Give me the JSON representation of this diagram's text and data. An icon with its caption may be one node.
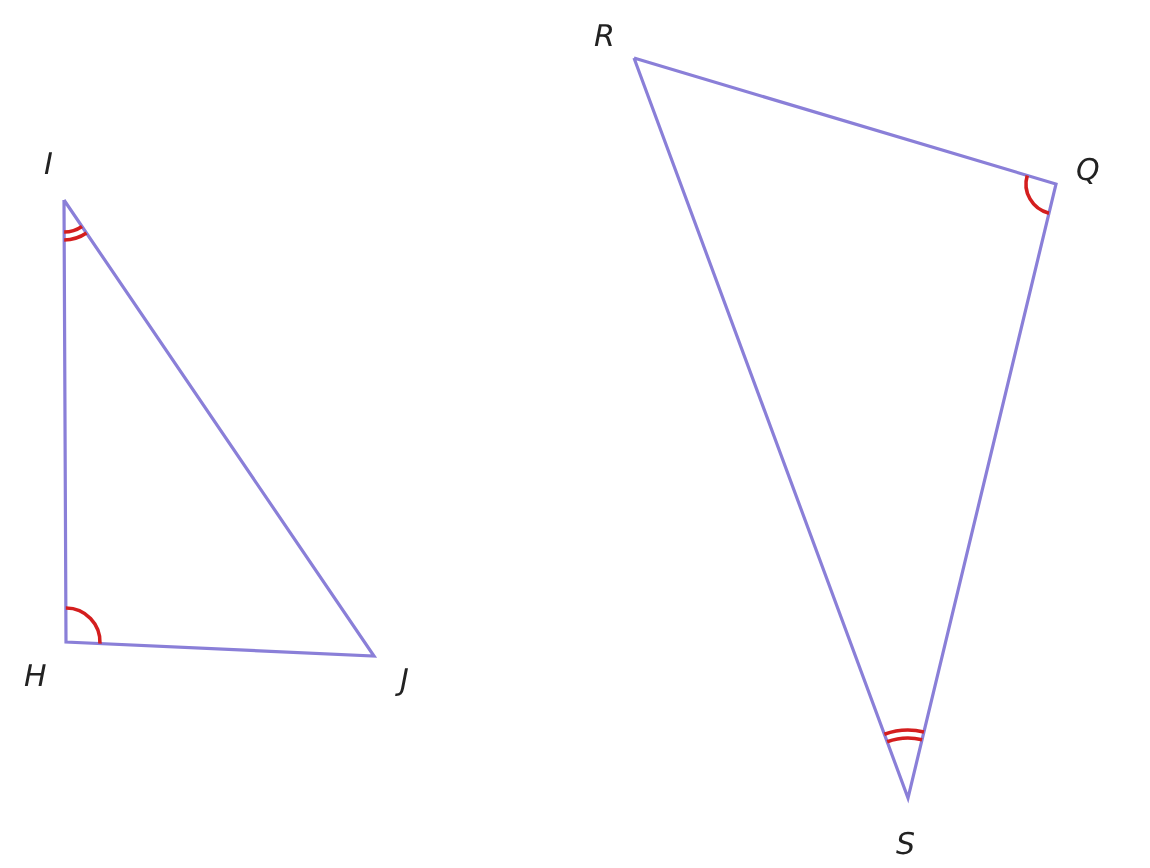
{
  "diagram": {
    "labels": [
      "R",
      "I",
      "Q",
      "H",
      "J",
      "S"
    ]
  }
}
